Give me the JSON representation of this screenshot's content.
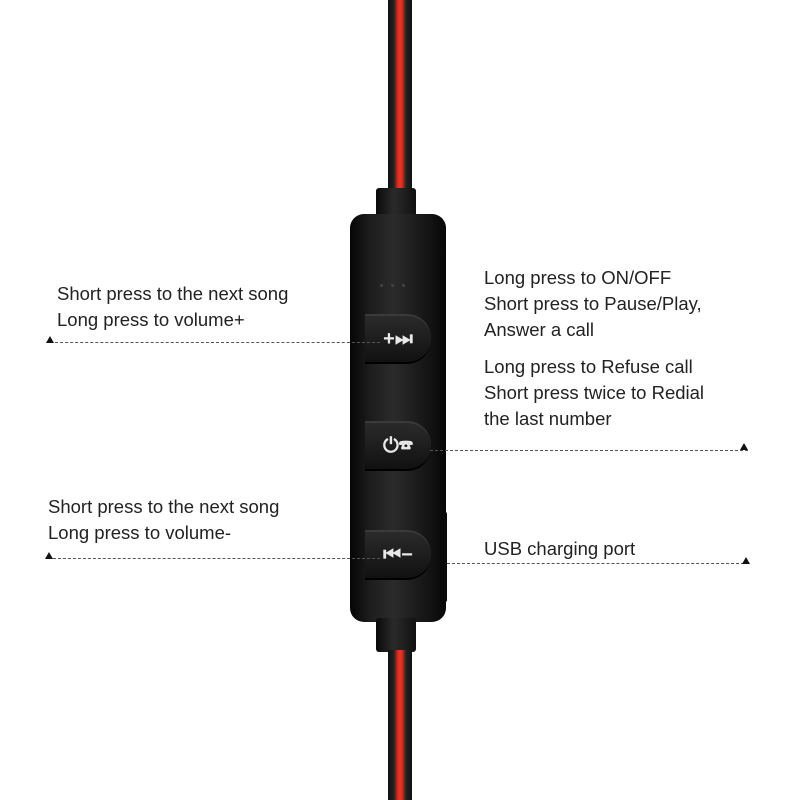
{
  "labels": {
    "next": [
      "Short press to the next song",
      "Long press to volume+"
    ],
    "power": [
      "Long press to ON/OFF",
      "Short press to Pause/Play,",
      "Answer a call",
      "Long press to Refuse call",
      "Short press twice to Redial",
      "the last number"
    ],
    "prev": [
      "Short press to the next song",
      "Long press to volume-"
    ],
    "usb": [
      "USB charging port"
    ]
  },
  "colors": {
    "cable_stripe": "#e8372a",
    "body": "#1c1c1c"
  }
}
